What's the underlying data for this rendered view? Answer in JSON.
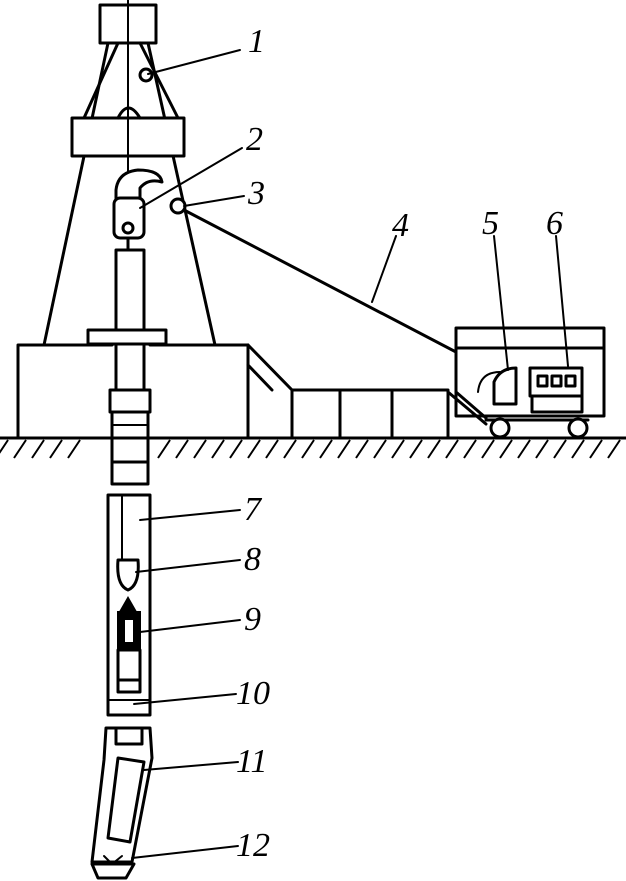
{
  "diagram": {
    "callouts": [
      {
        "id": "c1",
        "text": "1"
      },
      {
        "id": "c2",
        "text": "2"
      },
      {
        "id": "c3",
        "text": "3"
      },
      {
        "id": "c4",
        "text": "4"
      },
      {
        "id": "c5",
        "text": "5"
      },
      {
        "id": "c6",
        "text": "6"
      },
      {
        "id": "c7",
        "text": "7"
      },
      {
        "id": "c8",
        "text": "8"
      },
      {
        "id": "c9",
        "text": "9"
      },
      {
        "id": "c10",
        "text": "10"
      },
      {
        "id": "c11",
        "text": "11"
      },
      {
        "id": "c12",
        "text": "12"
      }
    ]
  },
  "colors": {
    "ink": "#000000",
    "paper": "#ffffff"
  }
}
